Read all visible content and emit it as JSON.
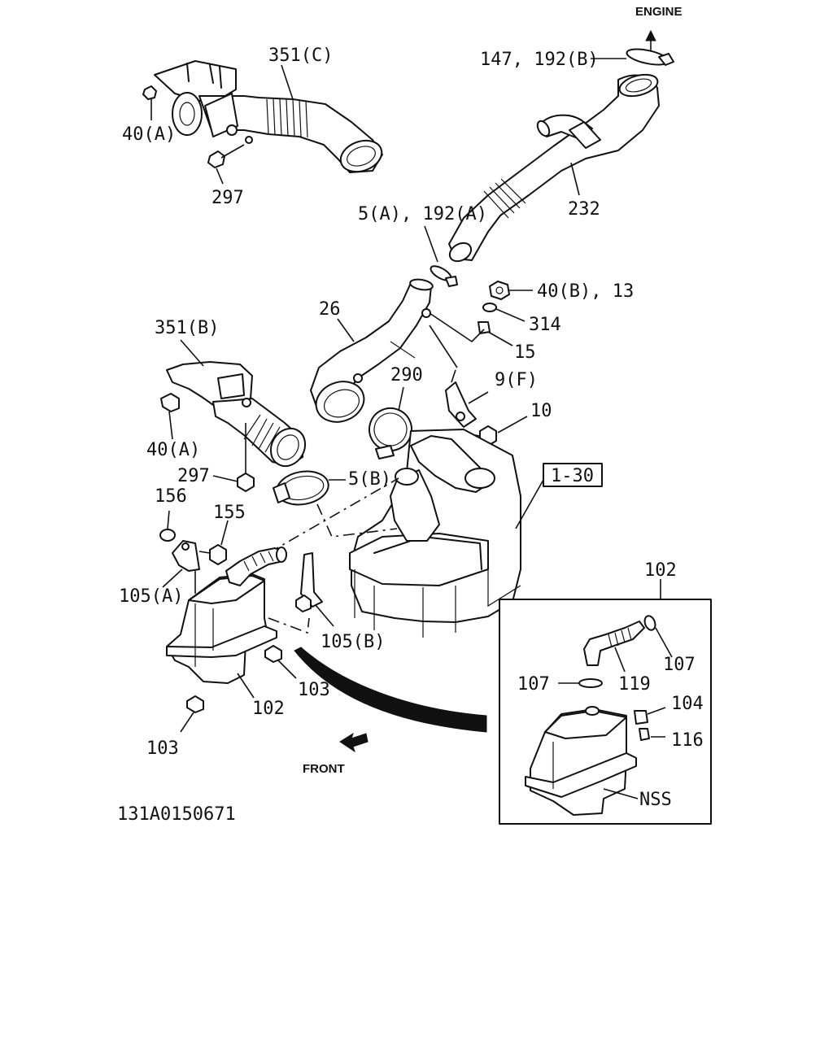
{
  "diagram": {
    "drawing_number": "131A0150671",
    "direction_labels": {
      "engine": "ENGINE",
      "front": "FRONT"
    },
    "callouts": [
      {
        "id": "c-351c",
        "text": "351(C)"
      },
      {
        "id": "c-40a-top",
        "text": "40(A)"
      },
      {
        "id": "c-297-top",
        "text": "297"
      },
      {
        "id": "c-147-192b",
        "text": "147, 192(B)"
      },
      {
        "id": "c-232",
        "text": "232"
      },
      {
        "id": "c-5a-192a",
        "text": "5(A), 192(A)"
      },
      {
        "id": "c-40b-13",
        "text": "40(B), 13"
      },
      {
        "id": "c-314",
        "text": "314"
      },
      {
        "id": "c-15",
        "text": "15"
      },
      {
        "id": "c-26",
        "text": "26"
      },
      {
        "id": "c-351b",
        "text": "351(B)"
      },
      {
        "id": "c-290",
        "text": "290"
      },
      {
        "id": "c-9f",
        "text": "9(F)"
      },
      {
        "id": "c-10",
        "text": "10"
      },
      {
        "id": "c-40a-mid",
        "text": "40(A)"
      },
      {
        "id": "c-297-mid",
        "text": "297"
      },
      {
        "id": "c-5b",
        "text": "5(B)"
      },
      {
        "id": "c-1-30",
        "text": "1-30"
      },
      {
        "id": "c-156",
        "text": "156"
      },
      {
        "id": "c-155",
        "text": "155"
      },
      {
        "id": "c-105a",
        "text": "105(A)"
      },
      {
        "id": "c-105b",
        "text": "105(B)"
      },
      {
        "id": "c-102-inset",
        "text": "102"
      },
      {
        "id": "c-107-right",
        "text": "107"
      },
      {
        "id": "c-107-left",
        "text": "107"
      },
      {
        "id": "c-119",
        "text": "119"
      },
      {
        "id": "c-104",
        "text": "104"
      },
      {
        "id": "c-116",
        "text": "116"
      },
      {
        "id": "c-nss",
        "text": "NSS"
      },
      {
        "id": "c-103-right",
        "text": "103"
      },
      {
        "id": "c-102-main",
        "text": "102"
      },
      {
        "id": "c-103-left",
        "text": "103"
      }
    ]
  }
}
